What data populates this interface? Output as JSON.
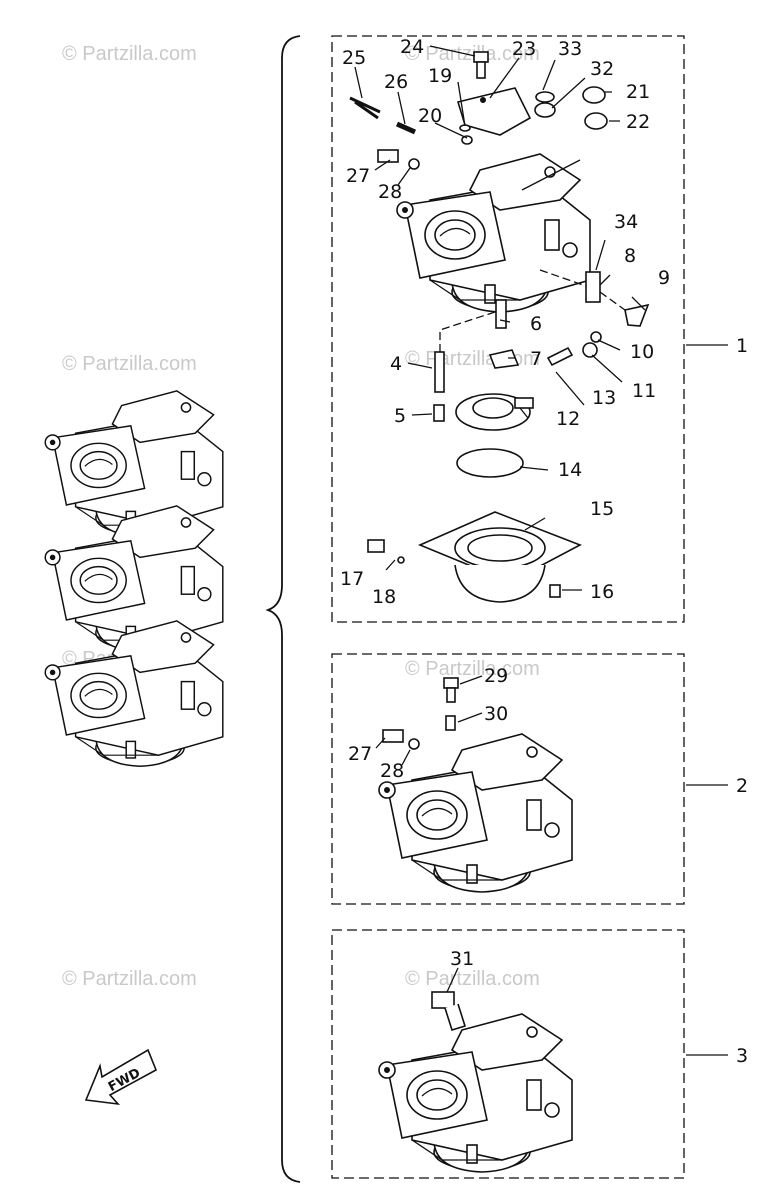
{
  "watermark": "© Partzilla.com",
  "fwd_label": "FWD",
  "callouts": {
    "c1": "1",
    "c2": "2",
    "c3": "3",
    "c4": "4",
    "c5": "5",
    "c6": "6",
    "c7": "7",
    "c8": "8",
    "c9": "9",
    "c10": "10",
    "c11": "11",
    "c12": "12",
    "c13": "13",
    "c14": "14",
    "c15": "15",
    "c16": "16",
    "c17": "17",
    "c18": "18",
    "c19": "19",
    "c20": "20",
    "c21": "21",
    "c22": "22",
    "c23": "23",
    "c24": "24",
    "c25": "25",
    "c26": "26",
    "c27": "27",
    "c28": "28",
    "c29": "29",
    "c30": "30",
    "c31": "31",
    "c32": "32",
    "c33": "33",
    "c34": "34",
    "c27b": "27",
    "c28b": "28"
  }
}
